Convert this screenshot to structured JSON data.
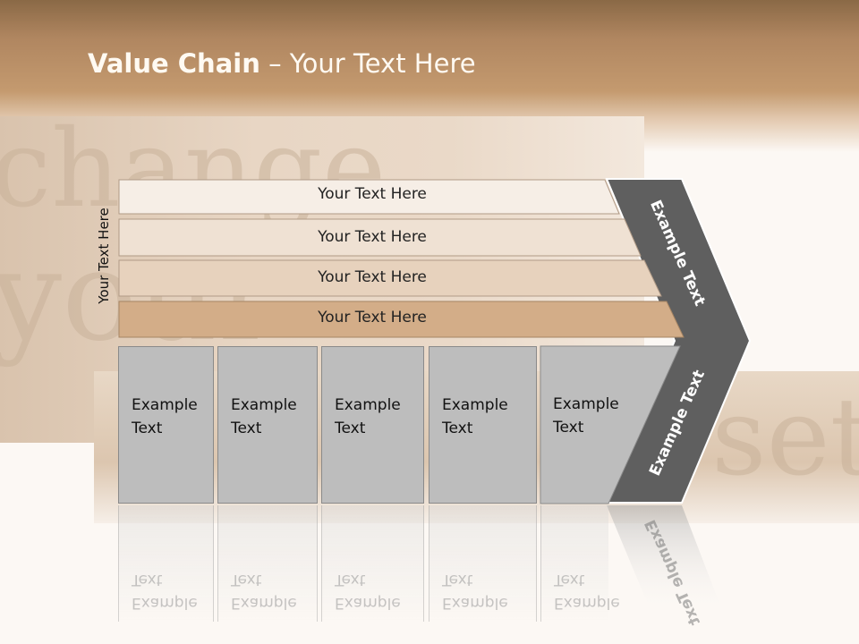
{
  "title": {
    "bold": "Value Chain",
    "rest": " – Your Text Here"
  },
  "vertical_label": "Your Text Here",
  "rows": [
    {
      "label": "Your Text Here",
      "color": "#f6eee6"
    },
    {
      "label": "Your Text Here",
      "color": "#efe1d3"
    },
    {
      "label": "Your Text Here",
      "color": "#e7d2bd"
    },
    {
      "label": "Your Text Here",
      "color": "#d3ad88"
    }
  ],
  "boxes": [
    {
      "label": "Example Text"
    },
    {
      "label": "Example Text"
    },
    {
      "label": "Example Text"
    },
    {
      "label": "Example Text"
    },
    {
      "label": "Example Text"
    }
  ],
  "arrow": {
    "upper": "Example Text",
    "lower": "Example Text",
    "color": "#5f5f5f"
  }
}
